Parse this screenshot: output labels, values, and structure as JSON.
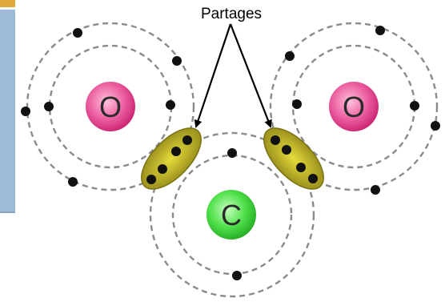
{
  "diagram": {
    "caption": "Partages",
    "atoms": [
      {
        "symbol": "O",
        "color": "#e0488e"
      },
      {
        "symbol": "O",
        "color": "#e0488e"
      },
      {
        "symbol": "C",
        "color": "#3fd23f"
      }
    ],
    "colors": {
      "orbit": "#8a8a8a",
      "electron": "#111111",
      "shared_region": "#b2a821",
      "arrow": "#000000",
      "side_panel": "#9ebad6",
      "side_accent": "#e0ab3a"
    }
  }
}
